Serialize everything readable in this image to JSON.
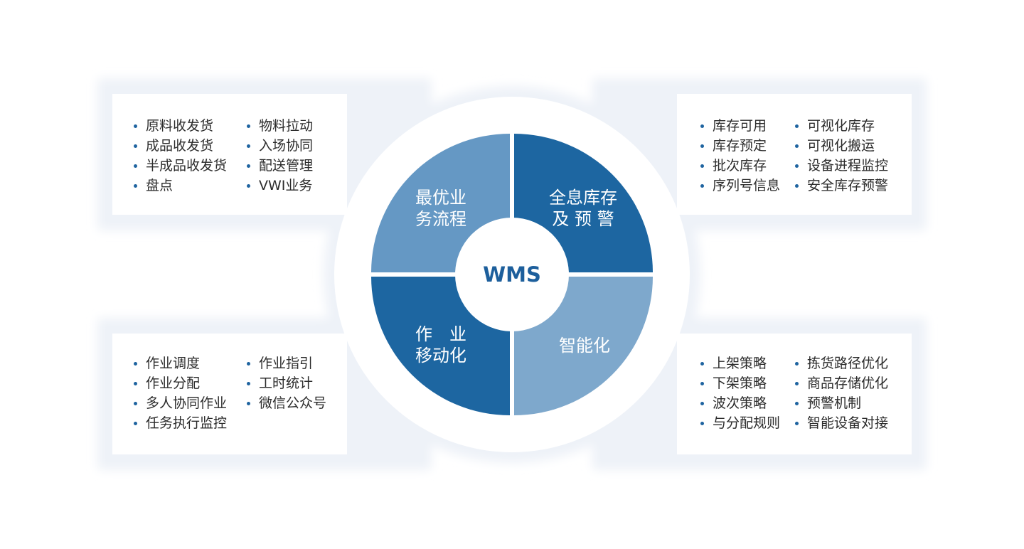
{
  "center": {
    "label": "WMS"
  },
  "colors": {
    "top_left": "#6598c4",
    "top_right": "#1d66a1",
    "bottom_left": "#1d66a1",
    "bottom_right": "#7ea8cc",
    "bullet": "#1f64a0",
    "halo": "#eef2f8"
  },
  "segments": {
    "top_left": {
      "lines": [
        "最优业",
        "务流程"
      ]
    },
    "top_right": {
      "lines": [
        "全息库存",
        "及 预 警"
      ]
    },
    "bottom_left": {
      "lines": [
        "作　业",
        "移动化"
      ]
    },
    "bottom_right": {
      "lines": [
        "智能化"
      ]
    }
  },
  "panels": {
    "top_left": {
      "col1": [
        "原料收发货",
        "成品收发货",
        "半成品收发货",
        "盘点"
      ],
      "col2": [
        "物料拉动",
        "入场协同",
        "配送管理",
        "VWI业务"
      ]
    },
    "top_right": {
      "col1": [
        "库存可用",
        "库存预定",
        "批次库存",
        "序列号信息"
      ],
      "col2": [
        "可视化库存",
        "可视化搬运",
        "设备进程监控",
        "安全库存预警"
      ]
    },
    "bottom_left": {
      "col1": [
        "作业调度",
        "作业分配",
        "多人协同作业",
        "任务执行监控"
      ],
      "col2": [
        "作业指引",
        "工时统计",
        "微信公众号"
      ]
    },
    "bottom_right": {
      "col1": [
        "上架策略",
        "下架策略",
        "波次策略",
        "与分配规则"
      ],
      "col2": [
        "拣货路径优化",
        "商品存储优化",
        "预警机制",
        "智能设备对接"
      ]
    }
  }
}
